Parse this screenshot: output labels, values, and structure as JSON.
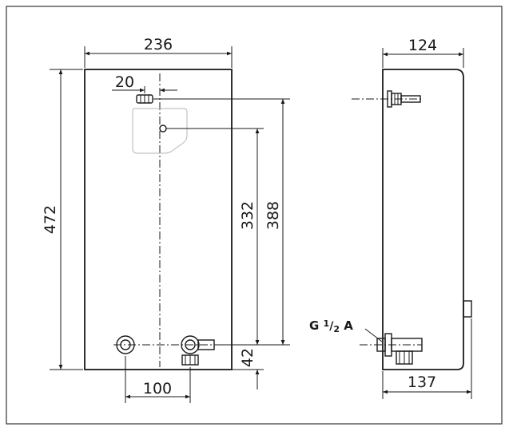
{
  "diagram": {
    "front_view": {
      "width_label": "236",
      "height_label": "472",
      "offset_label": "20",
      "dist_a_label": "332",
      "dist_b_label": "388",
      "bottom_label": "42",
      "spacing_label": "100"
    },
    "side_view": {
      "depth_label": "124",
      "depth_total_label": "137",
      "thread_label_prefix": "G ",
      "thread_frac_num": "1",
      "thread_frac_den": "2",
      "thread_label_suffix": " A"
    },
    "colors": {
      "line": "#1a1a1a",
      "ghost_outline": "#b5b5b5",
      "background": "#ffffff"
    }
  }
}
